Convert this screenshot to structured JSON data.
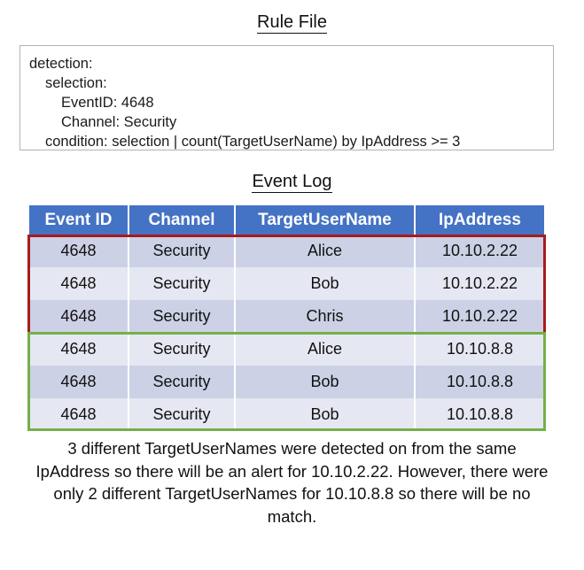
{
  "rule_section": {
    "title": "Rule File",
    "lines": [
      {
        "indent": 0,
        "text": "detection:"
      },
      {
        "indent": 1,
        "text": "selection:"
      },
      {
        "indent": 2,
        "text": "EventID: 4648"
      },
      {
        "indent": 2,
        "text": "Channel: Security"
      },
      {
        "indent": 1,
        "text": "condition: selection | count(TargetUserName) by IpAddress >= 3"
      }
    ]
  },
  "log_section": {
    "title": "Event Log",
    "columns": [
      "Event ID",
      "Channel",
      "TargetUserName",
      "IpAddress"
    ],
    "rows": [
      {
        "event_id": "4648",
        "channel": "Security",
        "target_user_name": "Alice",
        "ip_address": "10.10.2.22"
      },
      {
        "event_id": "4648",
        "channel": "Security",
        "target_user_name": "Bob",
        "ip_address": "10.10.2.22"
      },
      {
        "event_id": "4648",
        "channel": "Security",
        "target_user_name": "Chris",
        "ip_address": "10.10.2.22"
      },
      {
        "event_id": "4648",
        "channel": "Security",
        "target_user_name": "Alice",
        "ip_address": "10.10.8.8"
      },
      {
        "event_id": "4648",
        "channel": "Security",
        "target_user_name": "Bob",
        "ip_address": "10.10.8.8"
      },
      {
        "event_id": "4648",
        "channel": "Security",
        "target_user_name": "Bob",
        "ip_address": "10.10.8.8"
      }
    ]
  },
  "highlights": [
    {
      "name": "alert-group",
      "color": "#a81b1b",
      "rows": [
        0,
        1,
        2
      ]
    },
    {
      "name": "no-match-group",
      "color": "#74b04a",
      "rows": [
        3,
        4,
        5
      ]
    }
  ],
  "caption": {
    "text": "3 different TargetUserNames were detected on from the same IpAddress so there will be an alert for 10.10.2.22. However, there were only 2 different TargetUserNames for 10.10.8.8 so there will be no match."
  },
  "colors": {
    "header_blue": "#4472c4",
    "row_dark": "#ccd1e5",
    "row_light": "#e5e8f2",
    "alert_red": "#a81b1b",
    "no_match_green": "#74b04a",
    "box_border": "#b3b3b3"
  }
}
